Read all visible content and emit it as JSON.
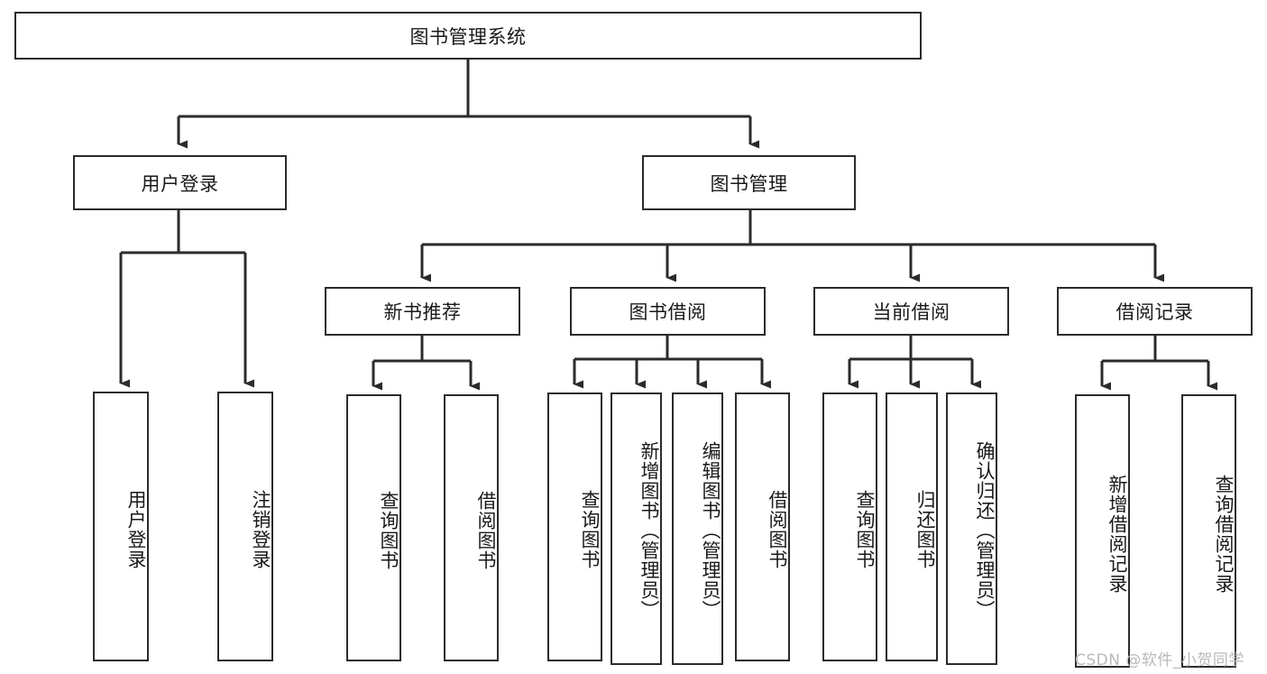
{
  "diagram": {
    "type": "tree-hierarchy",
    "title": "图书管理系统",
    "root": {
      "id": "root",
      "label": "图书管理系统",
      "orientation": "horizontal"
    },
    "level2": [
      {
        "id": "user-login",
        "label": "用户登录",
        "orientation": "horizontal"
      },
      {
        "id": "book-manage",
        "label": "图书管理",
        "orientation": "horizontal"
      }
    ],
    "level3": [
      {
        "id": "new-book-recommend",
        "label": "新书推荐",
        "orientation": "horizontal",
        "parent": "book-manage"
      },
      {
        "id": "book-borrow",
        "label": "图书借阅",
        "orientation": "horizontal",
        "parent": "book-manage"
      },
      {
        "id": "current-borrow",
        "label": "当前借阅",
        "orientation": "horizontal",
        "parent": "book-manage"
      },
      {
        "id": "borrow-record",
        "label": "借阅记录",
        "orientation": "horizontal",
        "parent": "book-manage"
      }
    ],
    "leaves": [
      {
        "id": "leaf-user-login",
        "label": "用户登录",
        "parent": "user-login",
        "orientation": "vertical"
      },
      {
        "id": "leaf-logout-login",
        "label": "注销登录",
        "parent": "user-login",
        "orientation": "vertical"
      },
      {
        "id": "leaf-query-book-1",
        "label": "查询图书",
        "parent": "new-book-recommend",
        "orientation": "vertical"
      },
      {
        "id": "leaf-borrow-book-1",
        "label": "借阅图书",
        "parent": "new-book-recommend",
        "orientation": "vertical"
      },
      {
        "id": "leaf-query-book-2",
        "label": "查询图书",
        "parent": "book-borrow",
        "orientation": "vertical"
      },
      {
        "id": "leaf-add-book",
        "label": "新增图书（管理员）",
        "parent": "book-borrow",
        "orientation": "vertical"
      },
      {
        "id": "leaf-edit-book",
        "label": "编辑图书（管理员）",
        "parent": "book-borrow",
        "orientation": "vertical"
      },
      {
        "id": "leaf-borrow-book-2",
        "label": "借阅图书",
        "parent": "book-borrow",
        "orientation": "vertical"
      },
      {
        "id": "leaf-query-book-3",
        "label": "查询图书",
        "parent": "current-borrow",
        "orientation": "vertical"
      },
      {
        "id": "leaf-return-book",
        "label": "归还图书",
        "parent": "current-borrow",
        "orientation": "vertical"
      },
      {
        "id": "leaf-confirm-return",
        "label": "确认归还（管理员）",
        "parent": "current-borrow",
        "orientation": "vertical"
      },
      {
        "id": "leaf-add-record",
        "label": "新增借阅记录",
        "parent": "borrow-record",
        "orientation": "vertical"
      },
      {
        "id": "leaf-query-record",
        "label": "查询借阅记录",
        "parent": "borrow-record",
        "orientation": "vertical"
      }
    ],
    "watermark": "CSDN @软件_小贺同学",
    "colors": {
      "stroke": "#2b2b2b",
      "background": "#ffffff",
      "text": "#1a1a1a",
      "watermark": "#b9b9b9"
    }
  }
}
